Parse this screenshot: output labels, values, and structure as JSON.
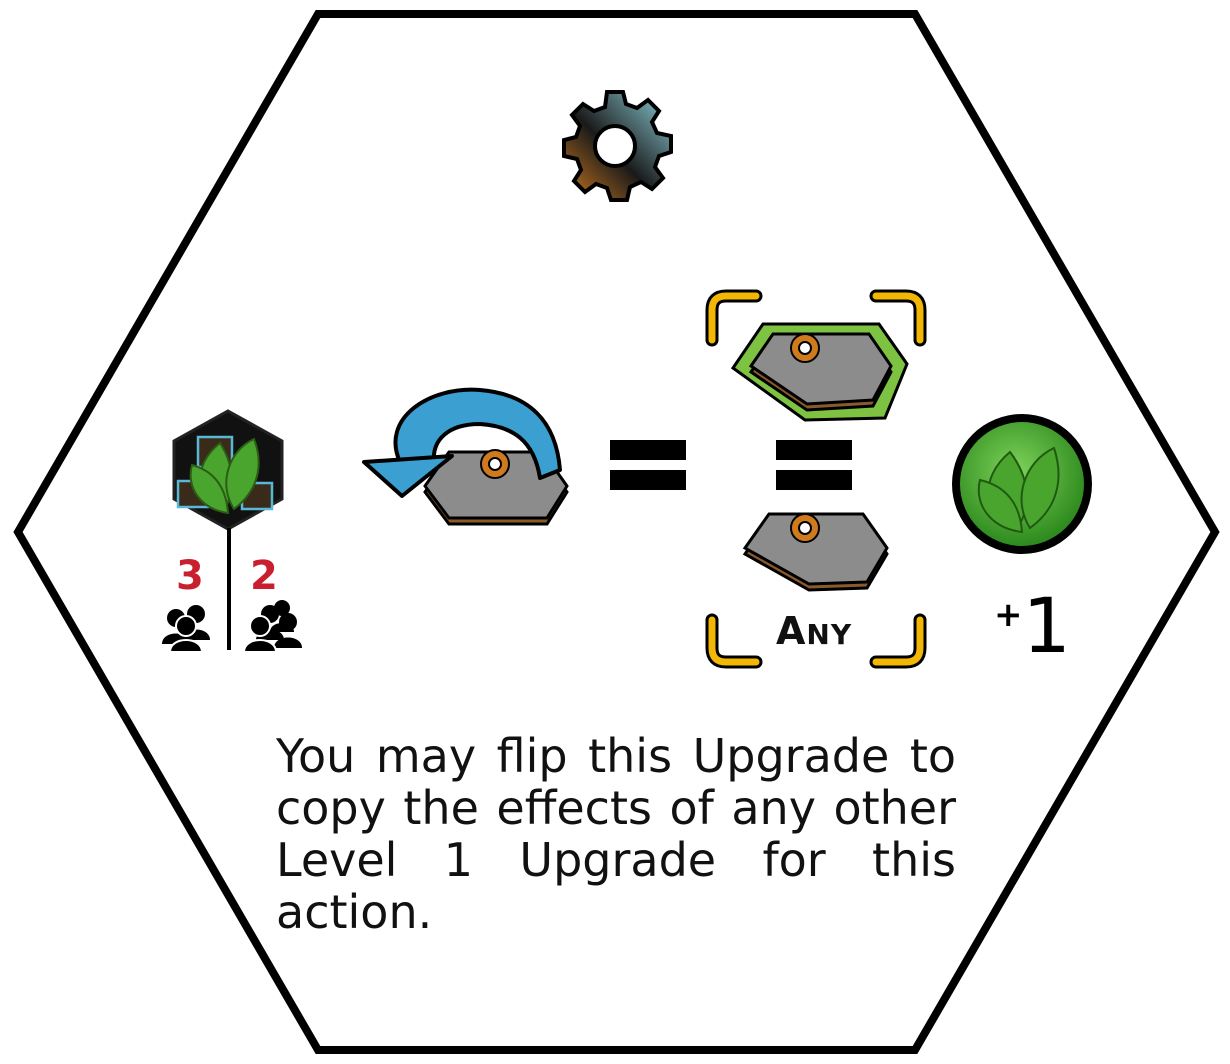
{
  "card": {
    "player_count_left": "3",
    "player_count_right": "2",
    "any_label": "Any",
    "reward": {
      "sign": "+",
      "amount": "1"
    },
    "rule_text": "You may flip this Upgrade to copy the effects of any other Level 1 Upgrade for this action."
  },
  "colors": {
    "red_number": "#c8202f",
    "highlight_yellow": "#f2b705",
    "highlight_green": "#7ec242",
    "arrow_blue": "#3b9fd1",
    "tile_gray": "#8c8c8c",
    "tile_brown": "#8b5a2b"
  },
  "icons": [
    "gear-icon",
    "leaf-hex-icon",
    "people-icon",
    "flip-arrow-icon",
    "upgrade-tile-icon",
    "leaf-token-icon"
  ]
}
